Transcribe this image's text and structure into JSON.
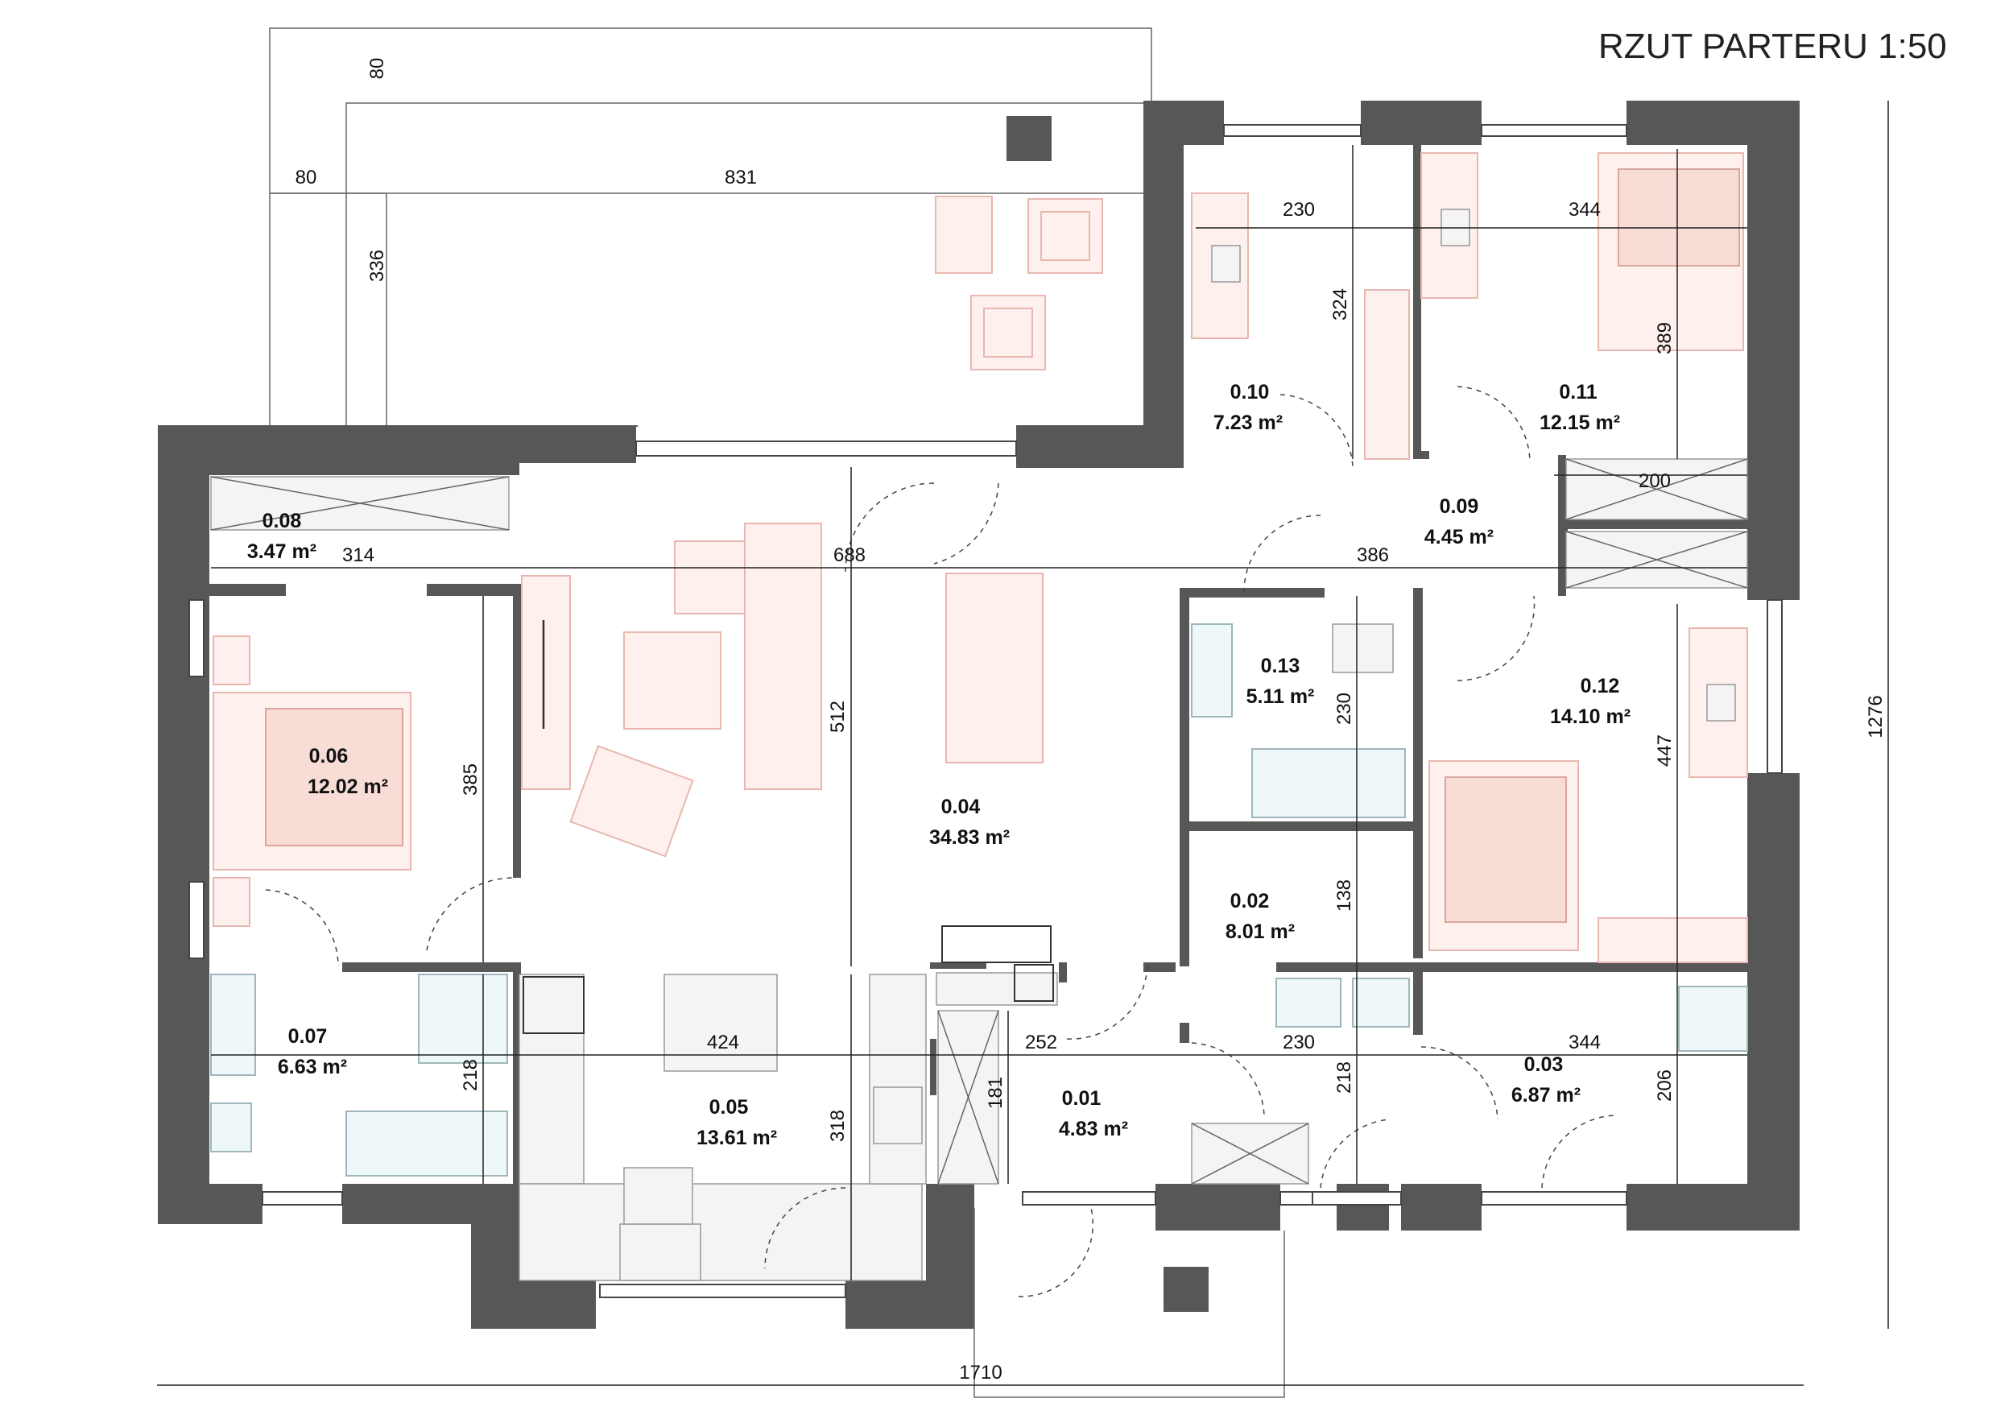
{
  "title": "RZUT PARTERU 1:50",
  "rooms": [
    {
      "id": "0.01",
      "area": "4.83 m²"
    },
    {
      "id": "0.02",
      "area": "8.01 m²"
    },
    {
      "id": "0.03",
      "area": "6.87 m²"
    },
    {
      "id": "0.04",
      "area": "34.83 m²"
    },
    {
      "id": "0.05",
      "area": "13.61 m²"
    },
    {
      "id": "0.06",
      "area": "12.02 m²"
    },
    {
      "id": "0.07",
      "area": "6.63 m²"
    },
    {
      "id": "0.08",
      "area": "3.47 m²"
    },
    {
      "id": "0.09",
      "area": "4.45 m²"
    },
    {
      "id": "0.10",
      "area": "7.23 m²"
    },
    {
      "id": "0.11",
      "area": "12.15 m²"
    },
    {
      "id": "0.12",
      "area": "14.10 m²"
    },
    {
      "id": "0.13",
      "area": "5.11 m²"
    }
  ],
  "dimensions": {
    "terrace_top": "80",
    "terrace_left": "80",
    "terrace_width": "831",
    "terrace_depth": "336",
    "room010_width": "230",
    "room011_width": "344",
    "room010_depth": "324",
    "room011_depth": "389",
    "wardrobe_width": "200",
    "closet_width": "314",
    "living_width": "688",
    "hall_width": "386",
    "living_depth": "512",
    "bedroom_depth": "385",
    "bath13_depth": "230",
    "room12_depth": "447",
    "total_height": "1276",
    "room02_depth": "138",
    "kitchen_width": "424",
    "kitchen_depth": "318",
    "bath07_depth": "218",
    "entry_width": "252",
    "entry_depth": "181",
    "room02_width": "230",
    "room02_depth2": "218",
    "room03_width": "344",
    "room03_depth": "206",
    "total_width": "1710"
  }
}
